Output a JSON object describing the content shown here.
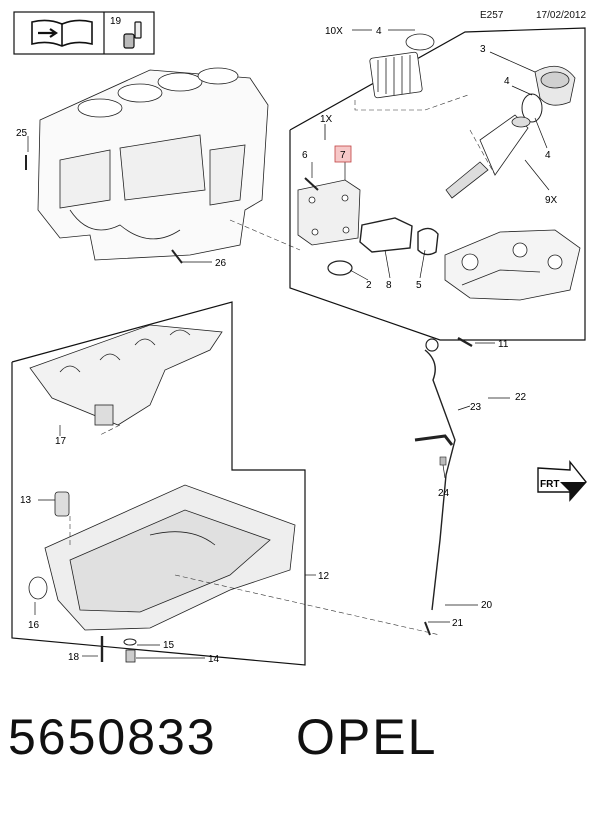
{
  "header": {
    "code": "E257",
    "date": "17/02/2012"
  },
  "legend": {
    "ref_19": "19"
  },
  "callouts": {
    "c1x": "1X",
    "c2": "2",
    "c3": "3",
    "c4a": "4",
    "c4b": "4",
    "c4c": "4",
    "c5": "5",
    "c6": "6",
    "c7": "7",
    "c8": "8",
    "c9x": "9X",
    "c10x": "10X",
    "c11": "11",
    "c12": "12",
    "c13": "13",
    "c14": "14",
    "c15": "15",
    "c16": "16",
    "c17": "17",
    "c18": "18",
    "c20": "20",
    "c21": "21",
    "c22": "22",
    "c23": "23",
    "c24": "24",
    "c25": "25",
    "c26": "26"
  },
  "badge": {
    "text": "FRT"
  },
  "footer": {
    "part_number": "5650833",
    "brand": "OPEL"
  },
  "colors": {
    "highlight": "#f6c8c8",
    "ink": "#111111"
  },
  "icons": [
    "manual-wrench-icon",
    "dipstick-tool-icon",
    "front-arrow-icon"
  ]
}
